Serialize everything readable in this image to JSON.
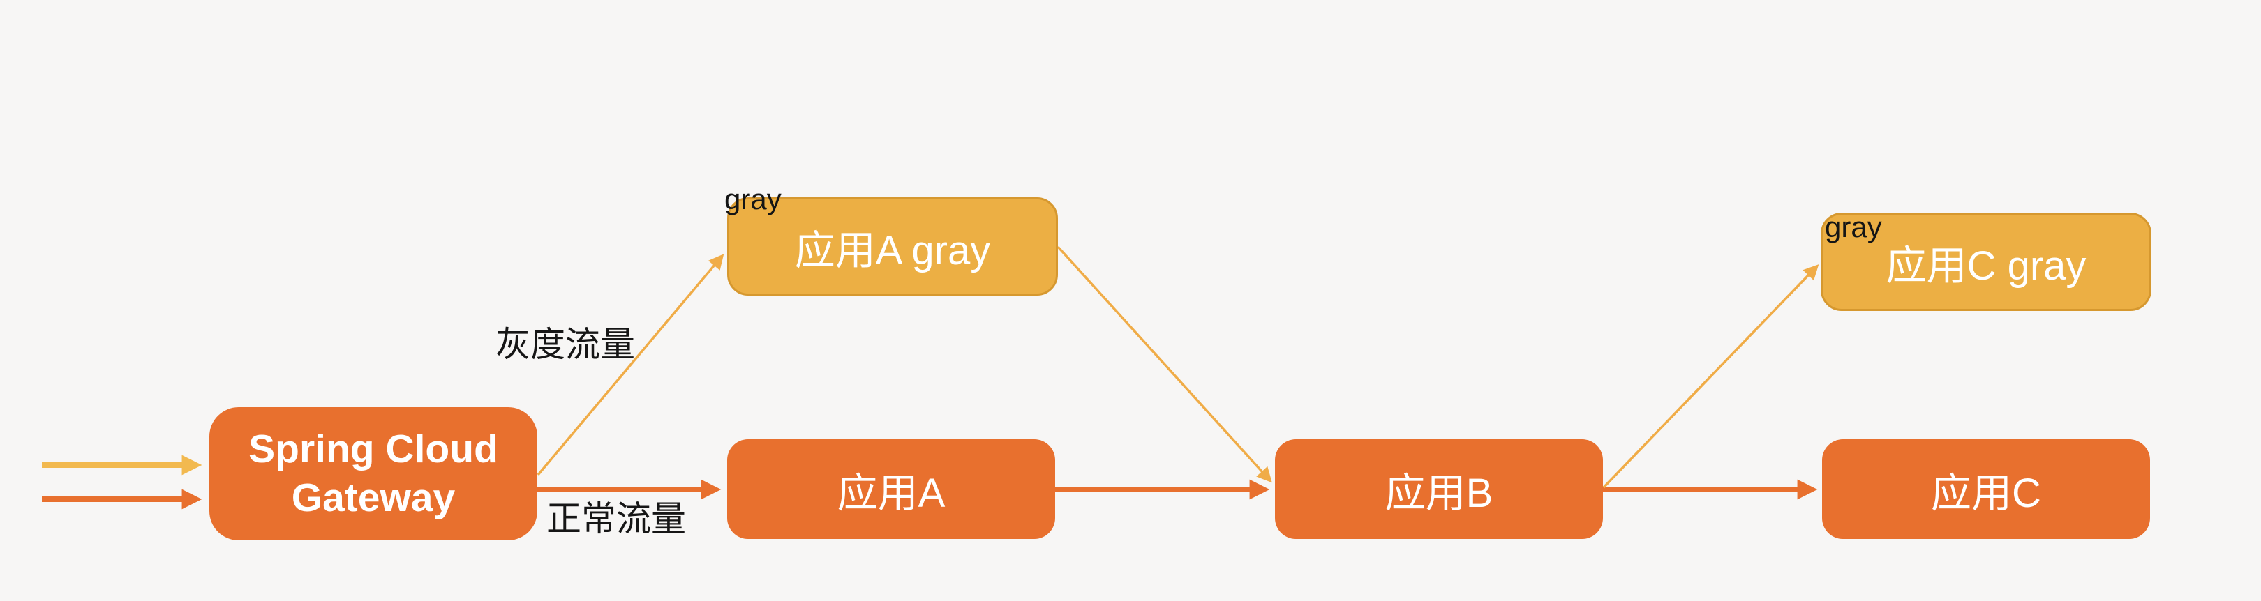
{
  "diagram": {
    "type": "flow-diagram",
    "background": "#F7F6F5",
    "colors": {
      "normal_node": "#E8702E",
      "gray_node": "#ECAF44",
      "gray_node_border": "#D6982F",
      "node_text": "#FFFFFF",
      "normal_arrow": "#E8702E",
      "gray_diagonal_arrow": "#F0AC47",
      "incoming_gray_arrow": "#F2B94F",
      "label_text": "#161616"
    },
    "nodes": [
      {
        "id": "gateway",
        "label": "Spring Cloud Gateway",
        "variant": "normal"
      },
      {
        "id": "app-a-gray",
        "label": "应用A gray",
        "variant": "gray",
        "tag": "gray"
      },
      {
        "id": "app-a",
        "label": "应用A",
        "variant": "normal"
      },
      {
        "id": "app-b",
        "label": "应用B",
        "variant": "normal"
      },
      {
        "id": "app-c-gray",
        "label": "应用C gray",
        "variant": "gray",
        "tag": "gray"
      },
      {
        "id": "app-c",
        "label": "应用C",
        "variant": "normal"
      }
    ],
    "edges": [
      {
        "from": "external",
        "to": "gateway",
        "kind": "gray"
      },
      {
        "from": "external",
        "to": "gateway",
        "kind": "normal"
      },
      {
        "from": "gateway",
        "to": "app-a-gray",
        "kind": "gray",
        "label": "灰度流量"
      },
      {
        "from": "gateway",
        "to": "app-a",
        "kind": "normal",
        "label": "正常流量"
      },
      {
        "from": "app-a-gray",
        "to": "app-b",
        "kind": "gray"
      },
      {
        "from": "app-a",
        "to": "app-b",
        "kind": "normal"
      },
      {
        "from": "app-b",
        "to": "app-c-gray",
        "kind": "gray"
      },
      {
        "from": "app-b",
        "to": "app-c",
        "kind": "normal"
      }
    ],
    "labels": {
      "gray_traffic": "灰度流量",
      "normal_traffic": "正常流量"
    }
  }
}
